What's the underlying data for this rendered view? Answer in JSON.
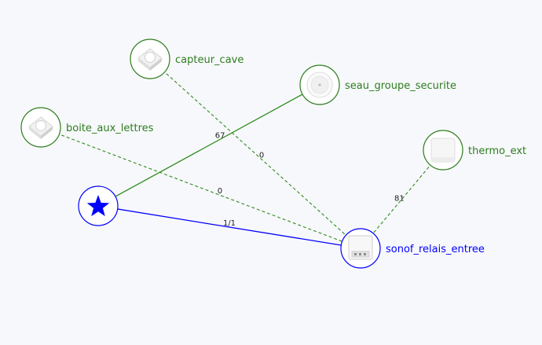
{
  "colors": {
    "background": "#f7f8fb",
    "router": "#0000ff",
    "end_device": "#2e7d1f",
    "link_router": "#0000ff",
    "link_end_device": "#2e8b1f"
  },
  "nodes": [
    {
      "id": "coordinator",
      "label": "",
      "role": "coordinator",
      "icon": "star-icon"
    },
    {
      "id": "capteur_cave",
      "label": "capteur_cave",
      "role": "end_device",
      "icon": "motion-sensor-icon"
    },
    {
      "id": "seau_groupe_securite",
      "label": "seau_groupe_securite",
      "role": "end_device",
      "icon": "round-button-icon"
    },
    {
      "id": "boite_aux_lettres",
      "label": "boite_aux_lettres",
      "role": "end_device",
      "icon": "motion-sensor-icon"
    },
    {
      "id": "thermo_ext",
      "label": "thermo_ext",
      "role": "end_device",
      "icon": "square-sensor-icon"
    },
    {
      "id": "sonof_relais_entree",
      "label": "sonof_relais_entree",
      "role": "router",
      "icon": "relay-module-icon"
    }
  ],
  "links": [
    {
      "from": "coordinator",
      "to": "seau_groupe_securite",
      "label": "67",
      "style": "solid",
      "color_key": "link_end_device"
    },
    {
      "from": "coordinator",
      "to": "sonof_relais_entree",
      "label": "1/1",
      "style": "solid",
      "color_key": "link_router"
    },
    {
      "from": "capteur_cave",
      "to": "sonof_relais_entree",
      "label": "0",
      "style": "dashed",
      "color_key": "link_end_device"
    },
    {
      "from": "boite_aux_lettres",
      "to": "sonof_relais_entree",
      "label": "0",
      "style": "dashed",
      "color_key": "link_end_device"
    },
    {
      "from": "thermo_ext",
      "to": "sonof_relais_entree",
      "label": "81",
      "style": "dashed",
      "color_key": "link_end_device"
    }
  ]
}
